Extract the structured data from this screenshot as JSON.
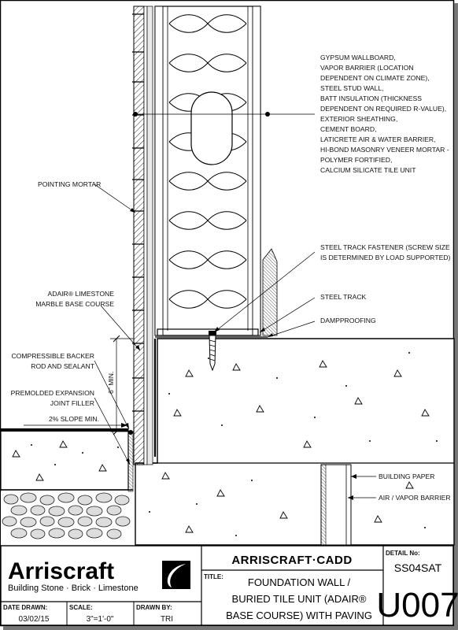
{
  "callouts": {
    "wall_assembly": [
      "GYPSUM WALLBOARD,",
      "VAPOR BARRIER (LOCATION",
      "DEPENDENT ON CLIMATE ZONE),",
      "STEEL STUD WALL,",
      "BATT INSULATION (THICKNESS",
      "DEPENDENT ON REQUIRED R-VALUE),",
      "EXTERIOR SHEATHING,",
      "CEMENT BOARD,",
      "LATICRETE AIR & WATER BARRIER,",
      "HI-BOND MASONRY VENEER MORTAR -",
      "POLYMER FORTIFIED,",
      "CALCIUM SILICATE TILE UNIT"
    ],
    "pointing_mortar": "POINTING MORTAR",
    "limestone_base": [
      "ADAIR® LIMESTONE",
      "MARBLE BASE COURSE"
    ],
    "backer_rod": [
      "COMPRESSIBLE BACKER",
      "ROD AND SEALANT"
    ],
    "expansion_joint": [
      "PREMOLDED EXPANSION",
      "JOINT FILLER"
    ],
    "slope": "2% SLOPE MIN.",
    "dimension": "6\" MIN.",
    "track_fastener": [
      "STEEL TRACK FASTENER (SCREW SIZE",
      "IS DETERMINED BY LOAD SUPPORTED)"
    ],
    "steel_track": "STEEL TRACK",
    "dampproofing": "DAMPPROOFING",
    "building_paper": "BUILDING PAPER",
    "air_vapor_barrier": "AIR / VAPOR BARRIER"
  },
  "title_block": {
    "brand": "Arriscraft",
    "brand_tagline": "Building Stone · Brick · Limestone",
    "cadd": "ARRISCRAFT·CADD",
    "title_label": "TITLE:",
    "title_lines": [
      "FOUNDATION WALL /",
      "BURIED TILE UNIT (ADAIR®",
      "BASE COURSE) WITH PAVING"
    ],
    "detail_label": "DETAIL No:",
    "detail_code": "SS04SAT",
    "detail_number": "U007",
    "date_label": "DATE DRAWN:",
    "date_value": "03/02/15",
    "scale_label": "SCALE:",
    "scale_value": "3\"=1'-0\"",
    "drawn_label": "DRAWN BY:",
    "drawn_value": "TRI"
  }
}
